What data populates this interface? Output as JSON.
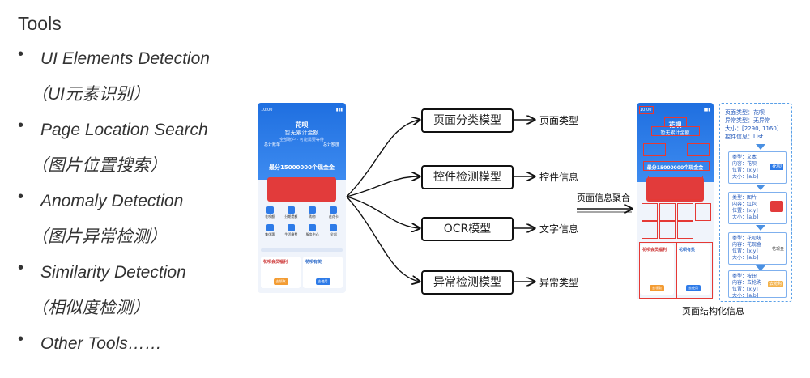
{
  "title": "Tools",
  "bullets": [
    {
      "en": "UI Elements Detection",
      "zh": "（UI元素识别）"
    },
    {
      "en": "Page Location Search",
      "zh": "（图片位置搜索）"
    },
    {
      "en": "Anomaly Detection",
      "zh": "（图片异常检测）"
    },
    {
      "en": "Similarity Detection",
      "zh": "（相似度检测）"
    },
    {
      "en": "Other Tools……",
      "zh": ""
    }
  ],
  "models": [
    {
      "name": "页面分类模型",
      "output": "页面类型"
    },
    {
      "name": "控件检测模型",
      "output": "控件信息"
    },
    {
      "name": "OCR模型",
      "output": "文字信息"
    },
    {
      "name": "异常检测模型",
      "output": "异常类型"
    }
  ],
  "aggregate_label": "页面信息聚合",
  "caption": "页面结构化信息",
  "phone": {
    "time": "10:00",
    "nav_title": "花呗",
    "headline": "暂无累计金额",
    "sub": "全部账户 · 可能需要等待",
    "stat_left": "总计账单",
    "stat_right": "总计额度",
    "banner": "最分15000000个现金金",
    "icons": [
      "花呗额",
      "分期提额",
      "购物",
      "花花卡",
      "集优惠",
      "生活缴费",
      "服务中心",
      "全部"
    ],
    "tile_left_title": "花呗会员福利",
    "tile_left_btn": "去领取",
    "tile_right_title": "花呗有奖",
    "tile_right_btn": "去使用"
  },
  "structured": {
    "page_type": "页面类型：花呗",
    "anomaly": "异常类型：无异常",
    "size": "大小：[2290, 1160]",
    "widgets": "控件信息：List",
    "cards": [
      {
        "lines": [
          "类型：文本",
          "内容：花呗",
          "位置：[x,y]",
          "大小：[a,b]"
        ],
        "badge": "花呗"
      },
      {
        "lines": [
          "类型：图片",
          "内容：红包",
          "位置：[x,y]",
          "大小：[a,b]"
        ],
        "badge": ""
      },
      {
        "lines": [
          "类型：花呗块",
          "内容：花现金",
          "位置：[x,y]",
          "大小：[a,b]"
        ],
        "badge": "花现金"
      },
      {
        "lines": [
          "类型：按钮",
          "内容：去抢购",
          "位置：[x,y]",
          "大小：[a,b]"
        ],
        "badge": "去抢购"
      }
    ]
  },
  "colors": {
    "accent": "#2e7be8",
    "highlight": "#e53935",
    "side_border": "#5aa0e8"
  }
}
